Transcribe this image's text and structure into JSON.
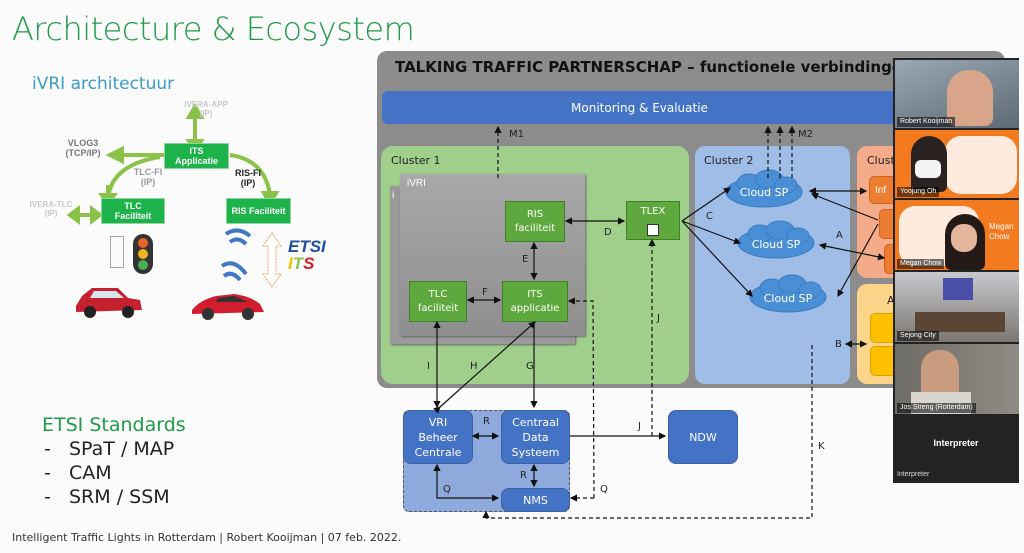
{
  "slide": {
    "title": "Architecture & Ecosystem",
    "subtitle": "iVRI architectuur",
    "footer": "Intelligent Traffic Lights in Rotterdam | Robert Kooijman | 07 feb. 2022."
  },
  "ivri_arch": {
    "iverа_app": [
      "IVERA-APP",
      "(IP)"
    ],
    "vlog3": [
      "VLOG3",
      "(TCP/IP)"
    ],
    "its_app": [
      "ITS",
      "Applicatie"
    ],
    "tlc_fi": [
      "TLC-FI",
      "(IP)"
    ],
    "ris_fi": [
      "RIS-FI",
      "(IP)"
    ],
    "ivera_tlc": [
      "IVERA-TLC",
      "(IP)"
    ],
    "tlc_fac": [
      "TLC",
      "Faciliteit"
    ],
    "ris_fac": "RIS Faciliteit",
    "etsi_logo": [
      "ETSI",
      "ITS"
    ],
    "icons": [
      "traffic-light-icon",
      "wifi-signal-icon",
      "bidirectional-arrow-icon",
      "car-icon"
    ]
  },
  "etsi": {
    "heading": "ETSI Standards",
    "items": [
      "SPaT / MAP",
      "CAM",
      "SRM / SSM"
    ],
    "bullet": "-"
  },
  "diagram": {
    "title": "TALKING TRAFFIC PARTNERSCHAP – functionele verbindingen - versi",
    "monitoring": "Monitoring & Evaluatie",
    "cluster1": "Cluster 1",
    "cluster2": "Cluster 2",
    "cluster3": "Cluste",
    "cluster4": "A",
    "ivri": "iVRI",
    "ivri_back": "i",
    "ris": [
      "RIS",
      "faciliteit"
    ],
    "tlex": "TLEX",
    "tlc": [
      "TLC",
      "faciliteit"
    ],
    "its": [
      "ITS",
      "applicatie"
    ],
    "cloud": "Cloud SP",
    "infra": "Inf",
    "vri": [
      "VRI",
      "Beheer",
      "Centrale"
    ],
    "cds": [
      "Centraal",
      "Data",
      "Systeem"
    ],
    "nms": "NMS",
    "ndw": "NDW",
    "edges": {
      "m1": "M1",
      "m2": "M2",
      "a": "A",
      "b": "B",
      "c": "C",
      "d": "D",
      "e": "E",
      "f": "F",
      "g": "G",
      "h": "H",
      "i": "I",
      "j": "J",
      "k": "K",
      "q": "Q",
      "r": "R"
    }
  },
  "video": {
    "participants": [
      {
        "name": "Robert Kooijman",
        "bg": "#7a8a9a"
      },
      {
        "name": "Yoojung Oh",
        "bg": "#f47a20"
      },
      {
        "name": "Megan Chow",
        "bg": "#f47a20"
      },
      {
        "name": "Sejong City",
        "bg": "#8a8580"
      },
      {
        "name": "Jos Streng (Rotterdam)",
        "bg": "#6d6a64"
      }
    ],
    "interpreter_center": "Interpreter",
    "interpreter_label": "Interpreter",
    "megan_banner": [
      "Megan",
      "Chow"
    ]
  }
}
